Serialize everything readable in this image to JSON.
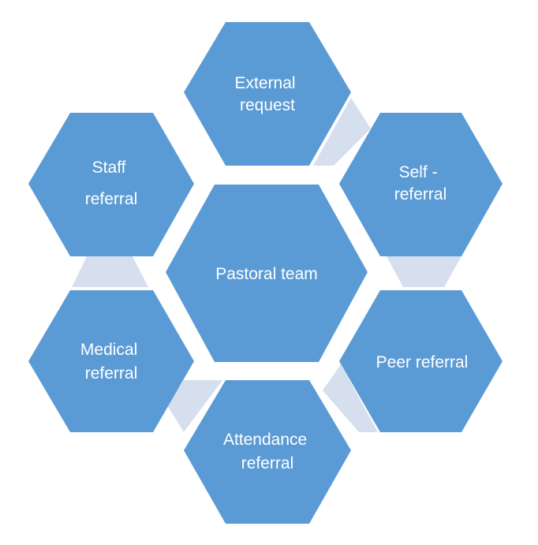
{
  "colors": {
    "hexagon_fill": "#5b9bd5",
    "connector_fill": "#d6dfee",
    "text": "#ffffff",
    "background": "#ffffff"
  },
  "center": {
    "label": "Pastoral team"
  },
  "hexagons": [
    {
      "id": "external",
      "lines": [
        "External",
        "request"
      ]
    },
    {
      "id": "self",
      "lines": [
        "Self -",
        "referral"
      ]
    },
    {
      "id": "peer",
      "lines": [
        "Peer referral"
      ]
    },
    {
      "id": "attendance",
      "lines": [
        "Attendance",
        "referral"
      ]
    },
    {
      "id": "medical",
      "lines": [
        "Medical",
        "referral"
      ]
    },
    {
      "id": "staff",
      "lines": [
        "Staff",
        "referral"
      ]
    }
  ]
}
